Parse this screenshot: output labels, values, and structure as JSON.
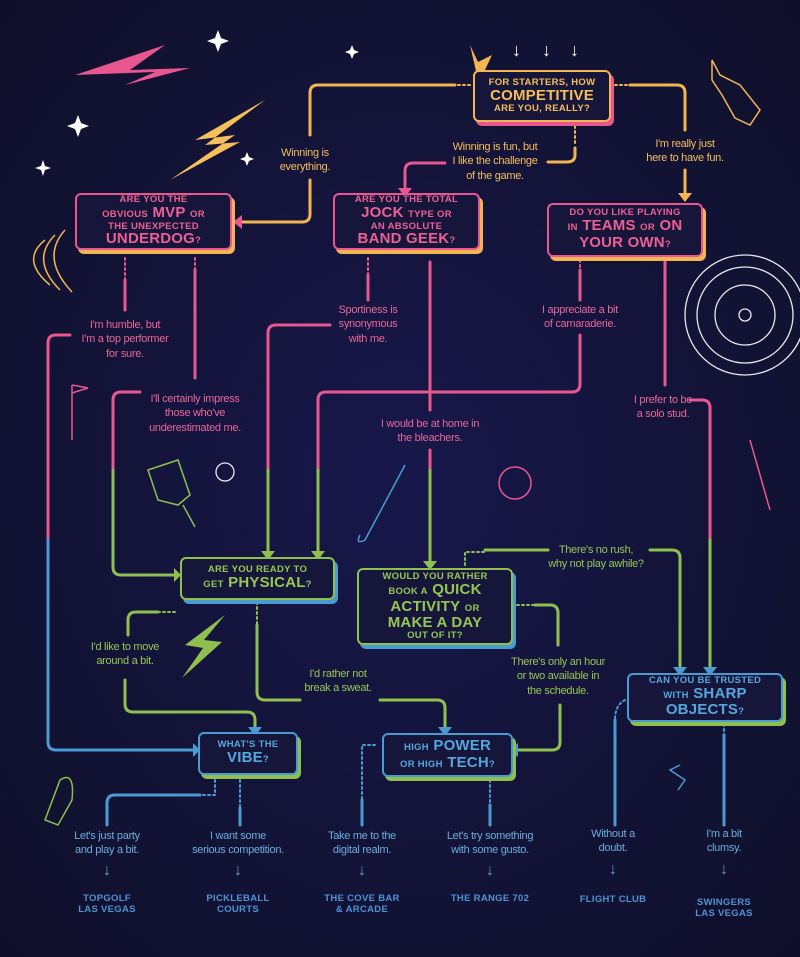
{
  "colors": {
    "background": "#14143a",
    "yellow": "#f1b552",
    "pink": "#e8578f",
    "green": "#8fbf4f",
    "blue": "#4a9bd1"
  },
  "start_arrows": [
    "↓",
    "↓",
    "↓"
  ],
  "questions": {
    "competitive": {
      "parts": [
        "For starters, how",
        "Competitive",
        "are you, really?"
      ]
    },
    "mvp": {
      "parts": [
        "Are you the",
        "obvious",
        "MVP",
        "or",
        "the unexpected",
        "Underdog",
        "?"
      ]
    },
    "jock": {
      "parts": [
        "Are you the total",
        "Jock",
        "type or",
        "an absolute",
        "Band Geek",
        "?"
      ]
    },
    "teams": {
      "parts": [
        "Do you like playing",
        "in",
        "Teams",
        "or",
        "On",
        "Your Own",
        "?"
      ]
    },
    "physical": {
      "parts": [
        "Are you ready to",
        "get",
        "Physical",
        "?"
      ]
    },
    "quick": {
      "parts": [
        "Would you rather",
        "book a",
        "Quick",
        "Activity",
        "or",
        "Make a Day",
        "out of it?"
      ]
    },
    "sharp": {
      "parts": [
        "Can you be trusted",
        "with",
        "Sharp",
        "Objects",
        "?"
      ]
    },
    "vibe": {
      "parts": [
        "What's the",
        "Vibe",
        "?"
      ]
    },
    "power": {
      "parts": [
        "High",
        "Power",
        "or high",
        "Tech",
        "?"
      ]
    }
  },
  "answers": {
    "winning_everything": [
      "Winning is",
      "everything."
    ],
    "winning_fun": [
      "Winning is fun, but",
      "I like the challenge",
      "of the game."
    ],
    "just_fun": [
      "I'm really just",
      "here to have fun."
    ],
    "humble": [
      "I'm humble, but",
      "I'm a top performer",
      "for sure."
    ],
    "impress": [
      "I'll certainly impress",
      "those who've",
      "underestimated me."
    ],
    "sportiness": [
      "Sportiness is",
      "synonymous",
      "with me."
    ],
    "camaraderie": [
      "I appreciate a bit",
      "of camaraderie."
    ],
    "bleachers": [
      "I would be at home in",
      "the bleachers."
    ],
    "solo": [
      "I prefer to be",
      "a solo stud."
    ],
    "no_rush": [
      "There's no rush,",
      "why not play awhile?"
    ],
    "move": [
      "I'd like to move",
      "around a bit."
    ],
    "no_sweat": [
      "I'd rather not",
      "break a sweat."
    ],
    "hour": [
      "There's only an hour",
      "or two available in",
      "the schedule."
    ]
  },
  "outcomes": [
    {
      "answer": [
        "Let's just party",
        "and play a bit."
      ],
      "destination": [
        "Topgolf",
        "Las Vegas"
      ]
    },
    {
      "answer": [
        "I want some",
        "serious competition."
      ],
      "destination": [
        "Pickleball",
        "Courts"
      ]
    },
    {
      "answer": [
        "Take me to the",
        "digital realm."
      ],
      "destination": [
        "The Cove Bar",
        "& Arcade"
      ]
    },
    {
      "answer": [
        "Let's try something",
        "with some gusto."
      ],
      "destination": [
        "The Range 702",
        ""
      ]
    },
    {
      "answer": [
        "Without a",
        "doubt."
      ],
      "destination": [
        "Flight Club",
        ""
      ]
    },
    {
      "answer": [
        "I'm a bit",
        "clumsy."
      ],
      "destination": [
        "Swingers",
        "Las Vegas"
      ]
    }
  ],
  "down_arrow": "↓"
}
